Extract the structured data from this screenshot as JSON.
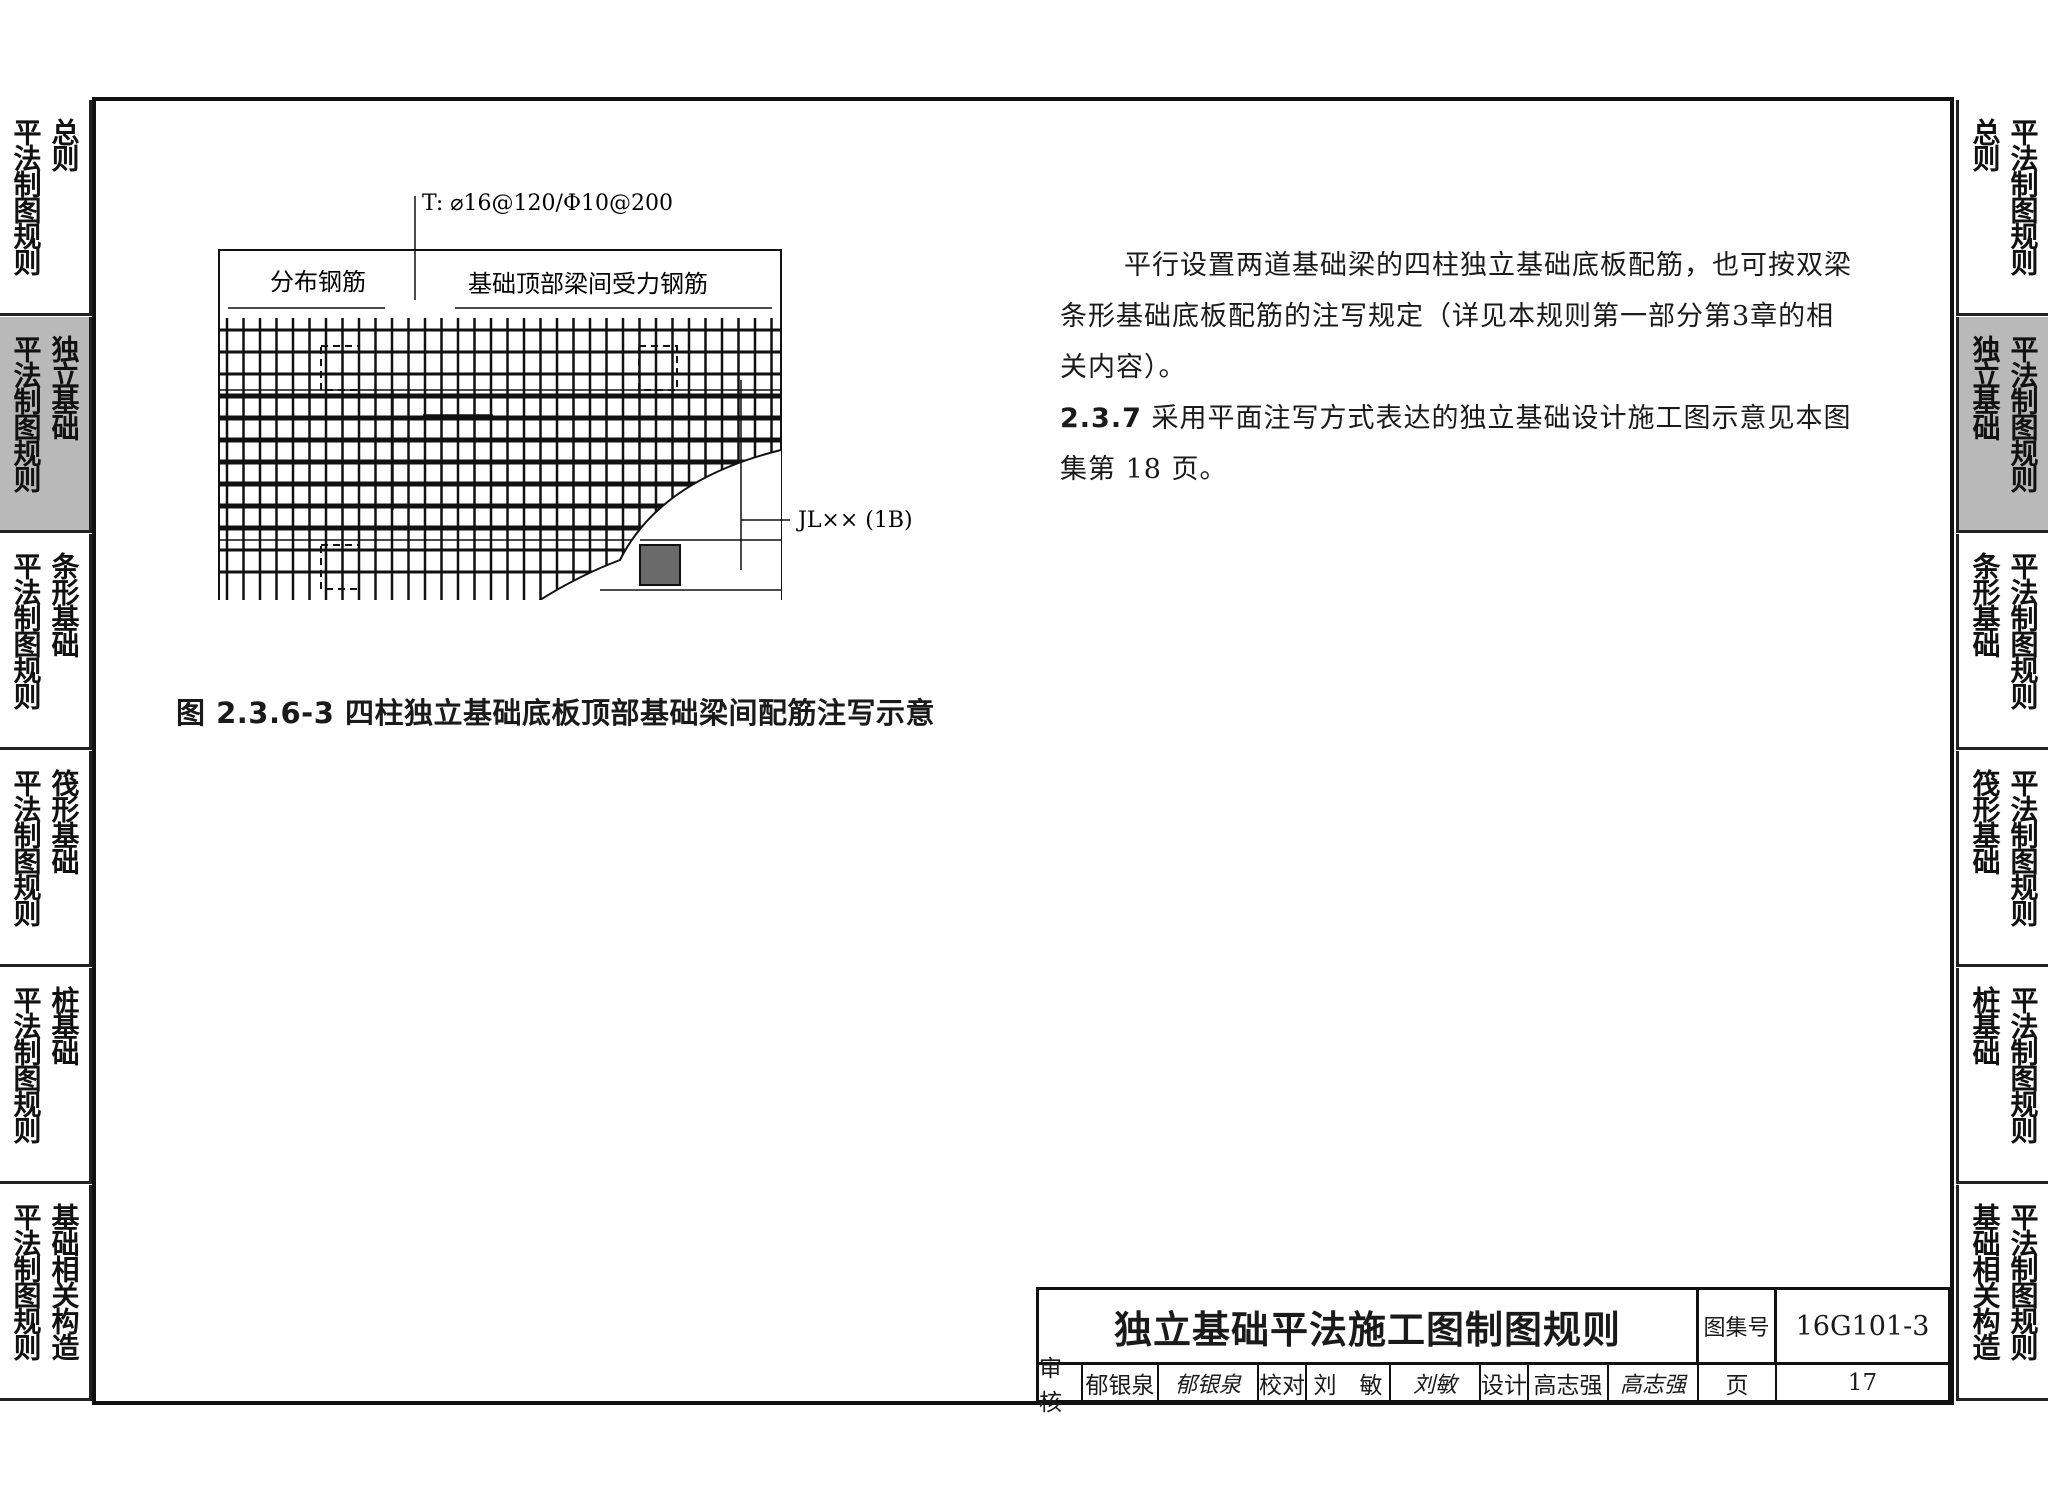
{
  "left_tabs": [
    {
      "lines": [
        "总则",
        "平法制图规则"
      ],
      "active": false
    },
    {
      "lines": [
        "独立基础",
        "平法制图规则"
      ],
      "active": true
    },
    {
      "lines": [
        "条形基础",
        "平法制图规则"
      ],
      "active": false
    },
    {
      "lines": [
        "筏形基础",
        "平法制图规则"
      ],
      "active": false
    },
    {
      "lines": [
        "桩基础",
        "平法制图规则"
      ],
      "active": false
    },
    {
      "lines": [
        "基础相关构造",
        "平法制图规则"
      ],
      "active": false
    }
  ],
  "right_tabs": [
    {
      "lines": [
        "平法制图规则",
        "总则"
      ],
      "active": false
    },
    {
      "lines": [
        "平法制图规则",
        "独立基础"
      ],
      "active": true
    },
    {
      "lines": [
        "平法制图规则",
        "条形基础"
      ],
      "active": false
    },
    {
      "lines": [
        "平法制图规则",
        "筏形基础"
      ],
      "active": false
    },
    {
      "lines": [
        "平法制图规则",
        "桩基础"
      ],
      "active": false
    },
    {
      "lines": [
        "平法制图规则",
        "基础相关构造"
      ],
      "active": false
    }
  ],
  "figure": {
    "top_annotation": "T: ⌀16@120/Φ10@200",
    "label_distribution": "分布钢筋",
    "label_top_bars": "基础顶部梁间受力钢筋",
    "label_beam": "JL×× (1B)",
    "caption": "图 2.3.6-3  四柱独立基础底板顶部基础梁间配筋注写示意"
  },
  "body": {
    "para1": "平行设置两道基础梁的四柱独立基础底板配筋，也可按双梁条形基础底板配筋的注写规定（详见本规则第一部分第3章的相关内容）。",
    "para2_num": "2.3.7",
    "para2_text": " 采用平面注写方式表达的独立基础设计施工图示意见本图集第 18 页。"
  },
  "title_block": {
    "title": "独立基础平法施工图制图规则",
    "atlas_label": "图集号",
    "atlas_no": "16G101-3",
    "review_label": "审核",
    "reviewer": "郁银泉",
    "reviewer_sig": "郁银泉",
    "check_label": "校对",
    "checker": "刘　敏",
    "checker_sig": "刘敏",
    "design_label": "设计",
    "designer": "高志强",
    "designer_sig": "高志强",
    "page_label": "页",
    "page_no": "17"
  }
}
